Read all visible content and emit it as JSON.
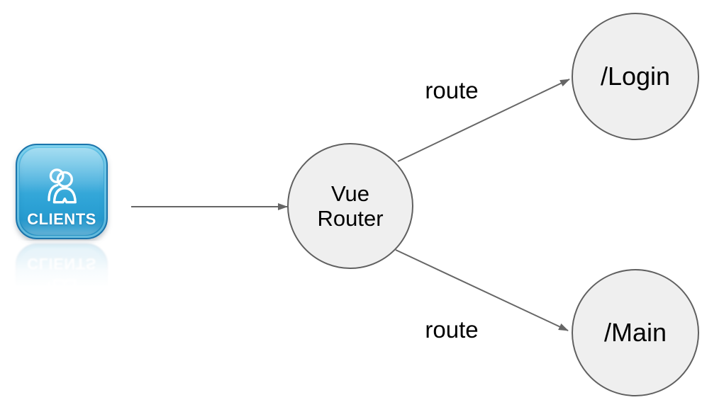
{
  "clients_button": {
    "label": "CLIENTS",
    "icon": "people-icon"
  },
  "nodes": {
    "router": {
      "label": "Vue\nRouter"
    },
    "login": {
      "label": "/Login"
    },
    "main": {
      "label": "/Main"
    }
  },
  "edges": {
    "clients_to_router": {
      "from": "clients",
      "to": "router"
    },
    "router_to_login": {
      "from": "router",
      "to": "login",
      "label": "route"
    },
    "router_to_main": {
      "from": "router",
      "to": "main",
      "label": "route"
    }
  },
  "colors": {
    "connector": "#666666",
    "node_fill": "#efefef",
    "node_border": "#606060",
    "text": "#000000",
    "button_blue_top": "#66c6e8",
    "button_blue_bottom": "#2397cc",
    "button_border": "#1a74ab",
    "button_text": "#ffffff"
  }
}
